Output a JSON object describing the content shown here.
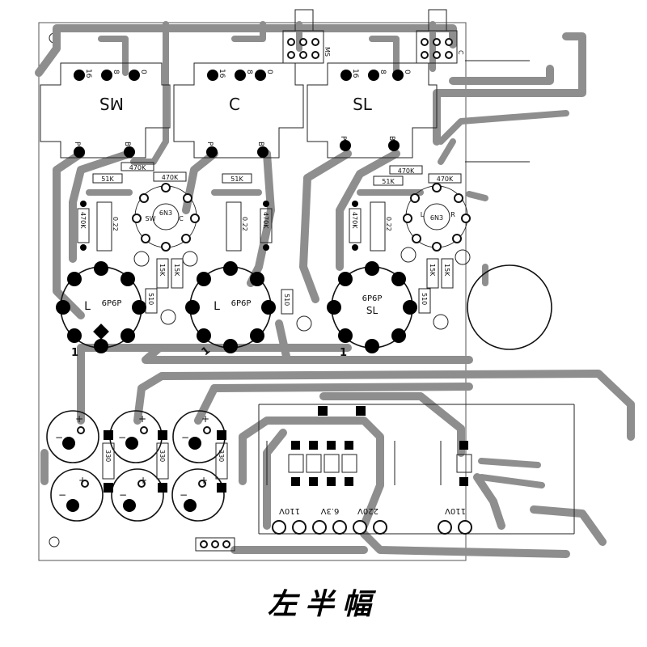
{
  "caption": "左半幅",
  "transformer_labels": [
    "MS",
    "C",
    "SL"
  ],
  "transformer_tap_labels": [
    "16",
    "8",
    "0"
  ],
  "transformer_pin_labels": [
    "P",
    "B"
  ],
  "jack_labels": [
    "MS",
    "C"
  ],
  "tube_6p6p": [
    {
      "name": "6P6P",
      "channel": "L",
      "pin1": "1"
    },
    {
      "name": "6P6P",
      "channel": "L",
      "pin1": "1"
    },
    {
      "name": "6P6P",
      "channel": "SL",
      "pin1": "1"
    }
  ],
  "tube_6n3": [
    {
      "name": "6N3",
      "left": "SW",
      "right": "C"
    },
    {
      "name": "6N3",
      "left": "L",
      "right": "R"
    }
  ],
  "resistors": {
    "r470k_top": "470K",
    "r51k": "51K",
    "r470k": "470K",
    "r15k": "15K",
    "r510": "510",
    "r330": "330"
  },
  "capacitor_label": "0.22",
  "power_labels": [
    "110V",
    "6.3V",
    "220V"
  ],
  "power_label_right": "110V"
}
